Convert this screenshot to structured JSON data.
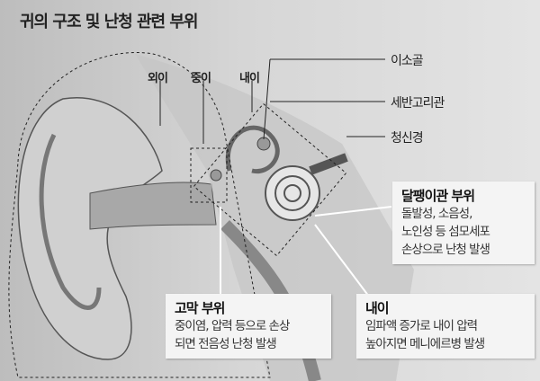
{
  "title": "귀의 구조 및 난청 관련 부위",
  "region_labels": {
    "outer": "외이",
    "middle": "중이",
    "inner": "내이"
  },
  "side_labels": {
    "ossicles": "이소골",
    "semicircular": "세반고리관",
    "nerve": "청신경"
  },
  "callouts": {
    "cochlea": {
      "heading": "달팽이관 부위",
      "lines": [
        "돌발성, 소음성,",
        "노인성 등 섬모세포",
        "손상으로 난청 발생"
      ]
    },
    "eardrum": {
      "heading": "고막 부위",
      "lines": [
        "중이염, 압력 등으로 손상",
        "되면 전음성 난청 발생"
      ]
    },
    "inner": {
      "heading": "내이",
      "lines": [
        "임파액 증가로 내이 압력",
        "높아지면 메니에르병 발생"
      ]
    }
  }
}
